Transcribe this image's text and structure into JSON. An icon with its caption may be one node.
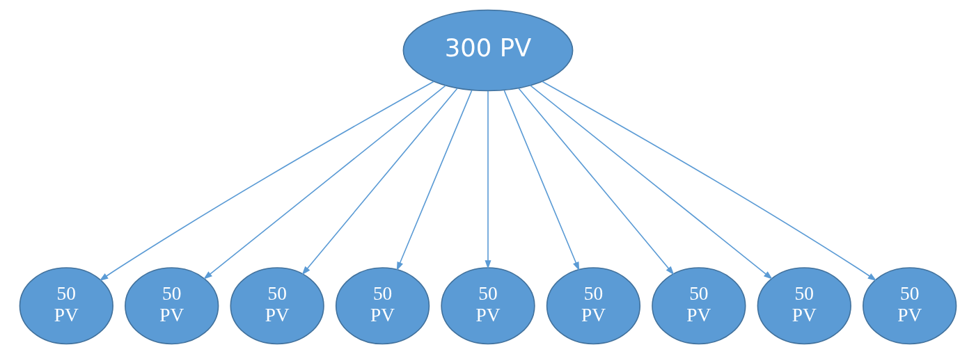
{
  "diagram": {
    "nodes": [
      {
        "text": [
          "300 PV"
        ]
      },
      {
        "text": [
          "50 PV"
        ]
      },
      {
        "text": [
          "50 PV"
        ]
      },
      {
        "text": [
          "50 PV"
        ]
      },
      {
        "text": [
          "50 PV"
        ]
      },
      {
        "text": [
          "50 PV"
        ]
      },
      {
        "text": [
          "50 PV"
        ]
      },
      {
        "text": [
          "50 PV"
        ]
      },
      {
        "text": [
          "50 PV"
        ]
      },
      {
        "text": [
          "50 PV"
        ]
      }
    ],
    "edges": [
      {
        "from": 0,
        "to": 1,
        "arrow": "to"
      },
      {
        "from": 0,
        "to": 2,
        "arrow": "to"
      },
      {
        "from": 0,
        "to": 3,
        "arrow": "to"
      },
      {
        "from": 0,
        "to": 4,
        "arrow": "to"
      },
      {
        "from": 0,
        "to": 5,
        "arrow": "to"
      },
      {
        "from": 0,
        "to": 6,
        "arrow": "to"
      },
      {
        "from": 0,
        "to": 7,
        "arrow": "to"
      },
      {
        "from": 0,
        "to": 8,
        "arrow": "to"
      },
      {
        "from": 0,
        "to": 9,
        "arrow": "to"
      }
    ]
  }
}
